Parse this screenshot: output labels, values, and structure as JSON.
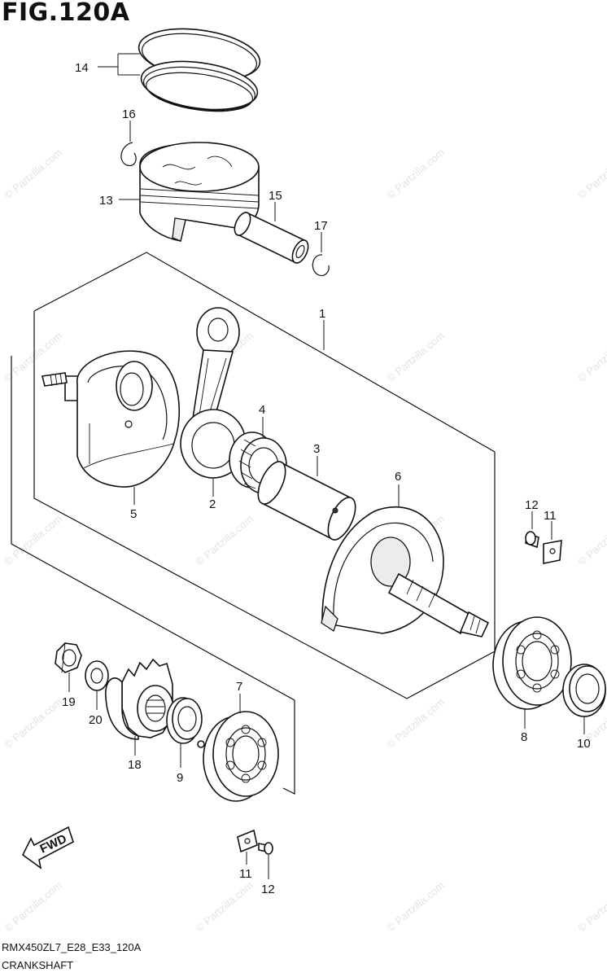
{
  "figure": {
    "title": "FIG.120A",
    "model_code": "RMX450ZL7_E28_E33_120A",
    "section_name": "CRANKSHAFT",
    "watermark": "© Partzilla.com",
    "fwd_label": "FWD"
  },
  "parts": [
    {
      "ref": "1"
    },
    {
      "ref": "2"
    },
    {
      "ref": "3"
    },
    {
      "ref": "4"
    },
    {
      "ref": "5"
    },
    {
      "ref": "6"
    },
    {
      "ref": "7"
    },
    {
      "ref": "8"
    },
    {
      "ref": "9"
    },
    {
      "ref": "10"
    },
    {
      "ref": "11"
    },
    {
      "ref": "12"
    },
    {
      "ref": "13"
    },
    {
      "ref": "14"
    },
    {
      "ref": "15"
    },
    {
      "ref": "16"
    },
    {
      "ref": "17"
    },
    {
      "ref": "18"
    },
    {
      "ref": "19"
    },
    {
      "ref": "20"
    },
    {
      "ref": "11"
    },
    {
      "ref": "12"
    }
  ]
}
